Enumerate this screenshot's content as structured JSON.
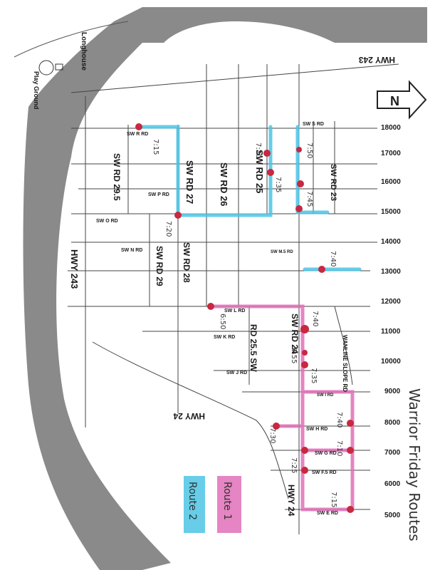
{
  "map": {
    "title_hand": "Warrior Friday Routes",
    "legend": {
      "route1": "Route 1",
      "route2": "Route 2",
      "route1_color": "#e070b8",
      "route2_color": "#4cc4e4"
    },
    "north_label": "N",
    "place_labels": {
      "longhouse": "Longhouse",
      "playground": "Play Ground",
      "hwy243_top": "HWY 243",
      "hwy243_left": "HWY 243",
      "hwy24_mid": "HWY 24",
      "hwy24_bottom": "HWY 24"
    },
    "roads_vertical": {
      "rd29_5": "SW RD 29.5",
      "rd27": "SW RD 27",
      "rd26": "SW RD 26",
      "rd25": "SW RD 25",
      "rd23": "SW RD 23",
      "rd29": "SW RD 29",
      "rd28": "SW RD 28",
      "rd25_5": "RD 25.5 SW",
      "rd24": "SW RD 24",
      "wanline": "WANLINE SLOPE RD"
    },
    "roads_horizontal": {
      "r_rd": "SW R RD",
      "p_rd": "SW P RD",
      "o_rd": "SW O RD",
      "n_rd": "SW N RD",
      "l_rd": "SW L RD",
      "k_rd": "SW K RD",
      "j_rd": "SW J RD",
      "h_rd": "SW H RD",
      "g_rd": "SW G RD",
      "e_rd": "SW E RD",
      "s_rd": "SW S RD",
      "ms_rd": "SW M.5 RD",
      "i_rd": "SW I RD",
      "f5_rd": "SW F.5 RD"
    },
    "grid_numbers": [
      "18000",
      "17000",
      "16000",
      "15000",
      "14000",
      "13000",
      "12000",
      "11000",
      "10000",
      "9000",
      "8000",
      "7000",
      "6000",
      "5000"
    ],
    "times": [
      "7:15",
      "7:30",
      "7:35",
      "7:50",
      "7:45",
      "7:20",
      "7:40",
      "6:50",
      "7:40",
      "6:55",
      "7:35",
      "7:30",
      "7:40",
      "7:10",
      "7:25",
      "7:15"
    ]
  }
}
